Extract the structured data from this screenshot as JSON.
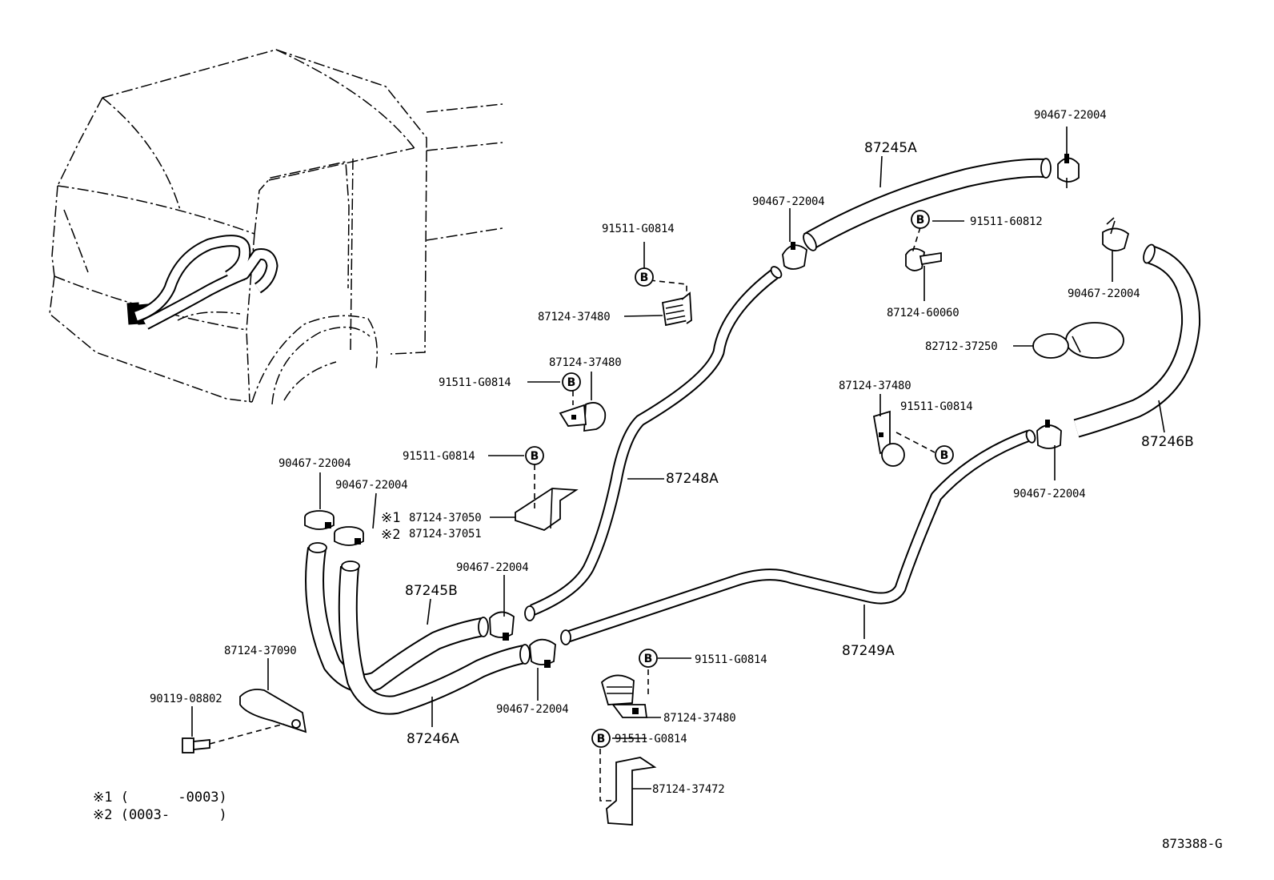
{
  "diagram": {
    "code": "873388-G",
    "callout_letter": "B",
    "parts": {
      "hose_87245A": "87245A",
      "hose_87245B": "87245B",
      "hose_87246A": "87246A",
      "hose_87246B": "87246B",
      "pipe_87248A": "87248A",
      "pipe_87249A": "87249A",
      "clamp_top_right": "90467-22004",
      "clamp_upper_mid": "90467-22004",
      "clamp_right_upper": "90467-22004",
      "clamp_right_lower": "90467-22004",
      "clamp_left_1": "90467-22004",
      "clamp_left_2": "90467-22004",
      "clamp_center_upper": "90467-22004",
      "clamp_center_lower": "90467-22004",
      "bolt_1": "91511-G0814",
      "bolt_2": "91511-G0814",
      "bolt_3": "91511-G0814",
      "bolt_4": "91511-G0814",
      "bolt_5": "91511-G0814",
      "bolt_6": "91511-G0814",
      "bolt_60812": "91511-60812",
      "clamp_37480_a": "87124-37480",
      "clamp_37480_b": "87124-37480",
      "clamp_37480_c": "87124-37480",
      "clamp_37480_d": "87124-37480",
      "clamp_60060": "87124-60060",
      "clamp_82712": "82712-37250",
      "bracket_37050": "87124-37050",
      "bracket_37051": "87124-37051",
      "bracket_37090": "87124-37090",
      "bracket_37472": "87124-37472",
      "screw_08802": "90119-08802"
    },
    "marks": {
      "m1": "※1",
      "m2": "※2"
    },
    "footnotes": {
      "n1": "※1 (      -0003)",
      "n2": "※2 (0003-      )"
    }
  }
}
